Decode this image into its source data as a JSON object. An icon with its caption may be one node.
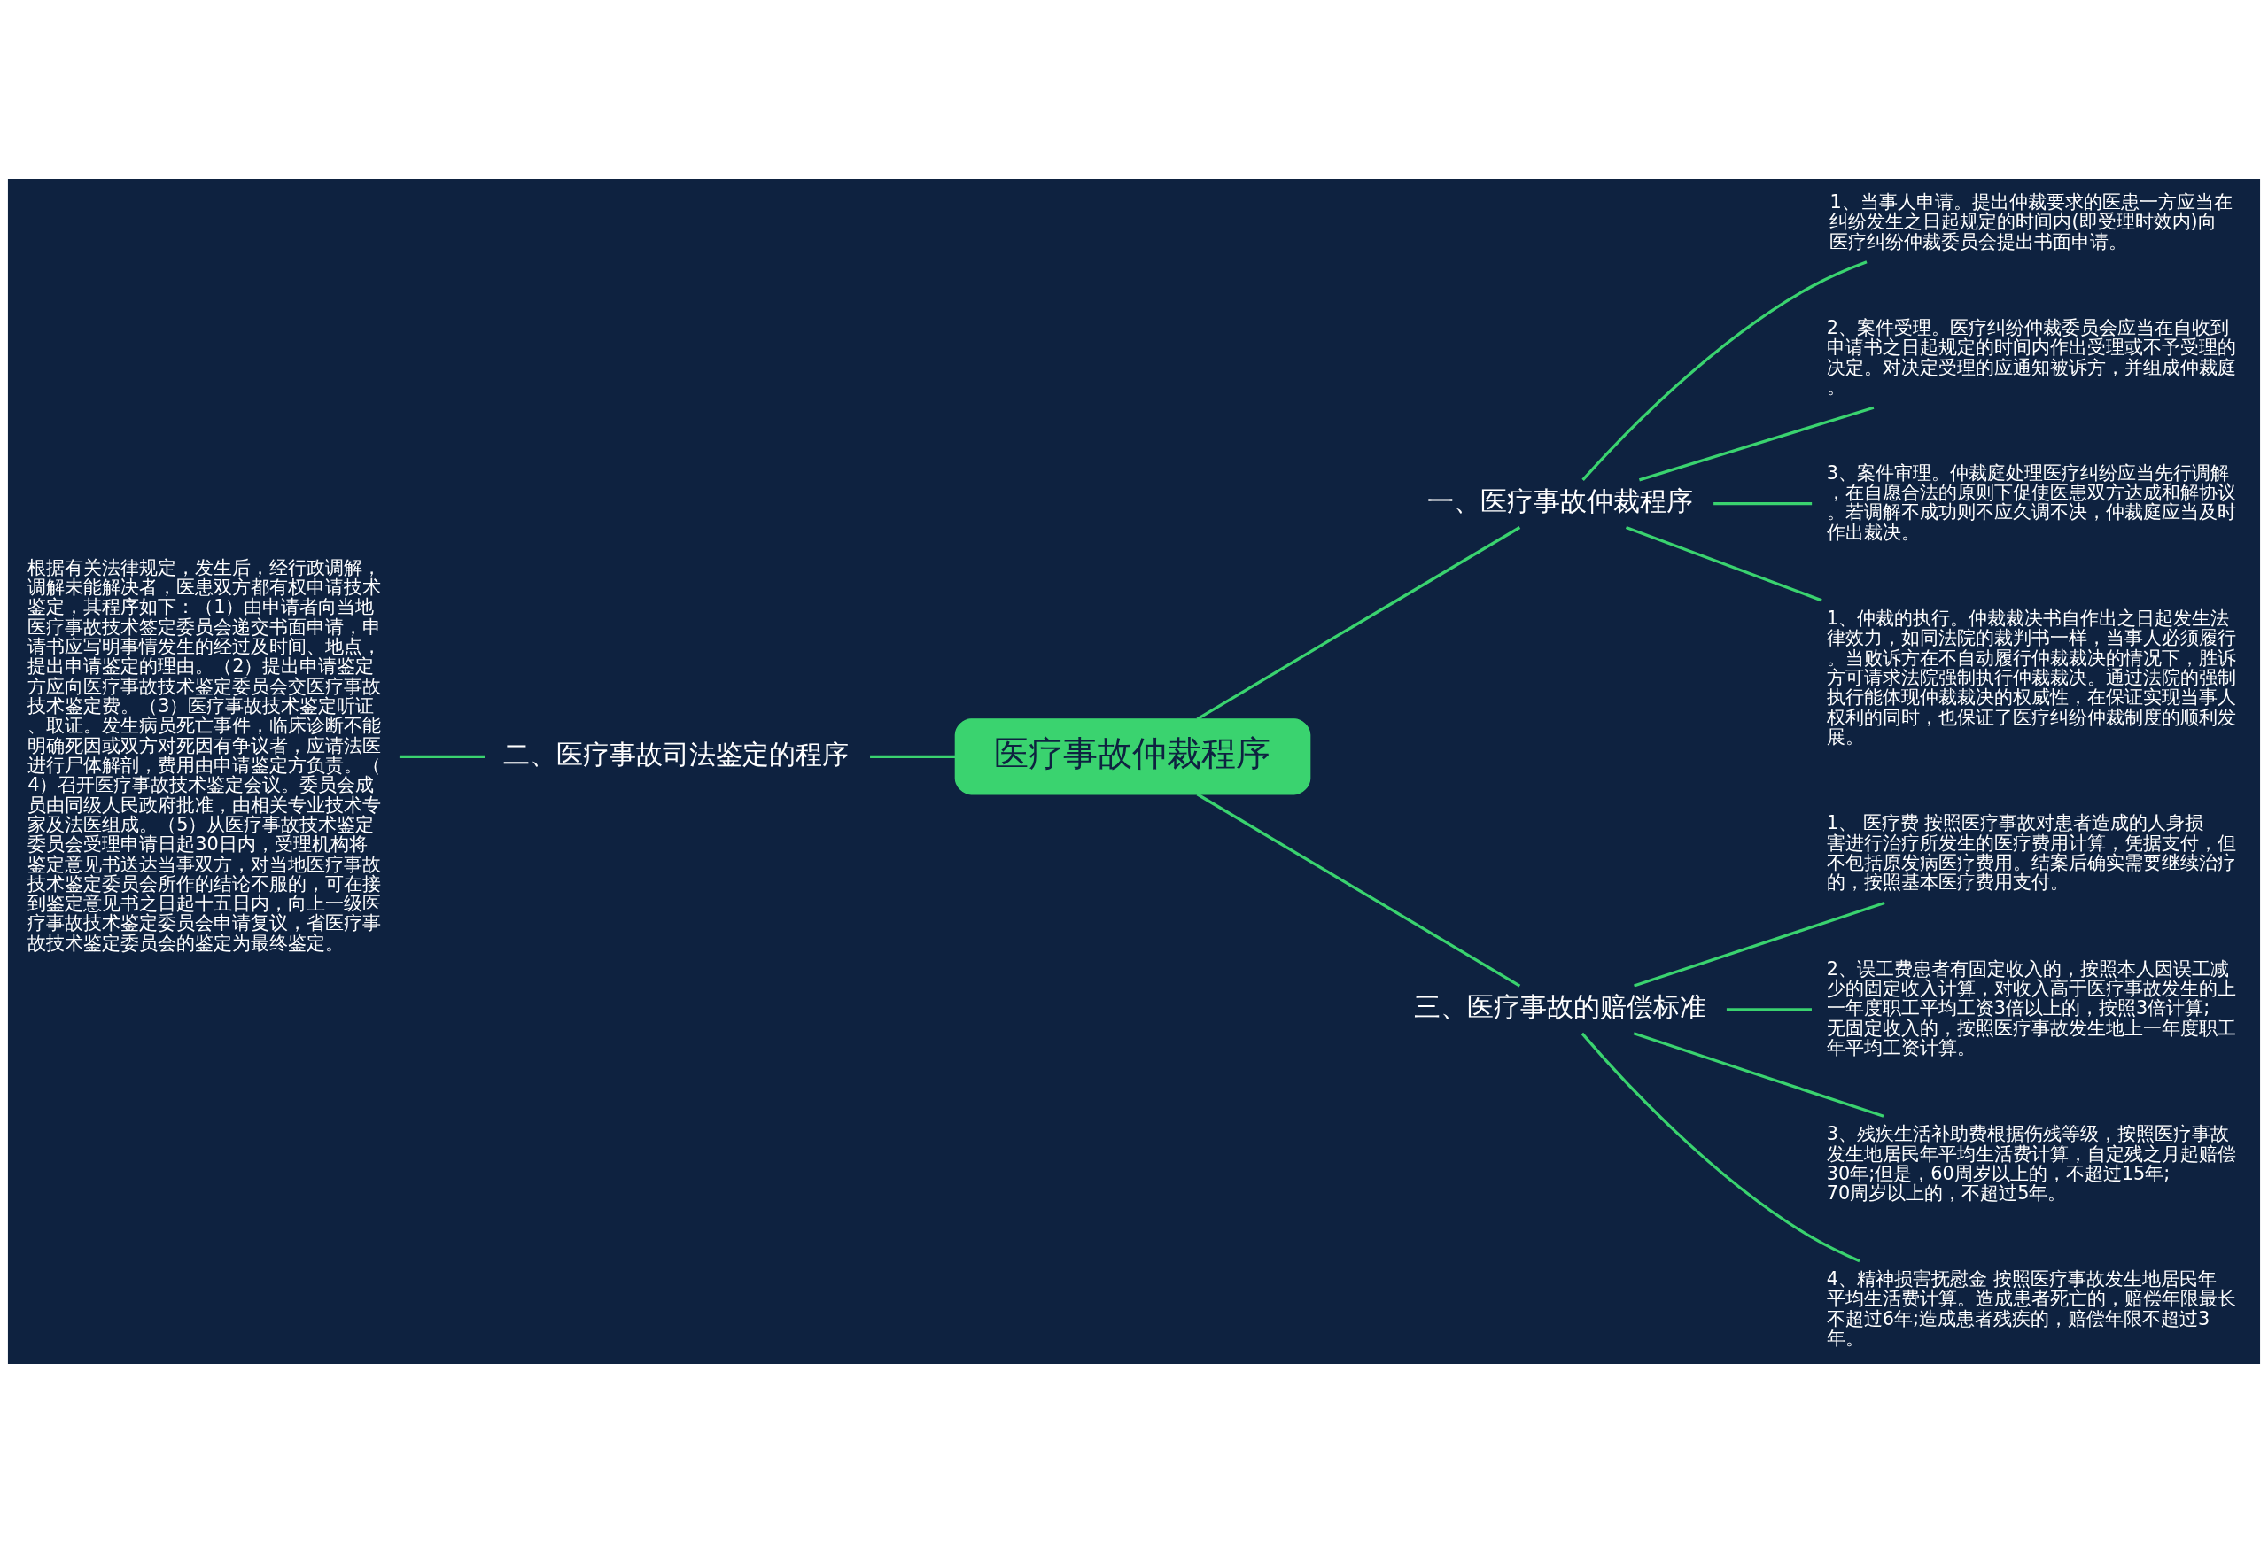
{
  "diagram": {
    "nodes": [
      {
        "text": [
          "医疗事故仲裁程序"
        ]
      },
      {
        "text": [
          "一、医疗事故仲裁程序"
        ]
      },
      {
        "text": [
          "1、当事人申请。提出仲裁要求的医患一方应当在纠纷发生之日起规定的时间内(即受理时效内)向医疗纠纷仲裁委员会提出书面申请。"
        ]
      },
      {
        "text": [
          "2、案件受理。医疗纠纷仲裁委员会应当在自收到申请书之日起规定的时间内作出受理或不予受理的决定。对决定受理的应通知被诉方，并组成仲裁庭。"
        ]
      },
      {
        "text": [
          "3、案件审理。仲裁庭处理医疗纠纷应当先行调解，在自愿合法的原则下促使医患双方达成和解协议。若调解不成功则不应久调不决，仲裁庭应当及时作出裁决。"
        ]
      },
      {
        "text": [
          "1、仲裁的执行。仲裁裁决书自作出之日起发生法律效力，如同法院的裁判书一样，当事人必须履行。当败诉方在不自动履行仲裁裁决的情况下，胜诉方可请求法院强制执行仲裁裁决。通过法院的强制执行能体现仲裁裁决的权威性，在保证实现当事人权利的同时，也保证了医疗纠纷仲裁制度的顺利发展。"
        ]
      },
      {
        "text": [
          "二、医疗事故司法鉴定的程序"
        ]
      },
      {
        "text": [
          "根据有关法律规定，发生后，经行政调解，调解未能解决者，医患双方都有权申请技术鉴定，其程序如下：（1）由申请者向当地医疗事故技术签定委员会递交书面申请，申请书应写明事情发生的经过及时间、地点，提出申请鉴定的理由。（2）提出申请鉴定方应向医疗事故技术鉴定委员会交医疗事故技术鉴定费。（3）医疗事故技术鉴定听证、取证。发生病员死亡事件，临床诊断不能明确死因或双方对死因有争议者，应请法医进行尸体解剖，费用由申请鉴定方负责。（4）召开医疗事故技术鉴定会议。委员会成员由同级人民政府批准，由相关专业技术专家及法医组成。（5）从医疗事故技术鉴定委员会受理申请日起30日内，受理机构将鉴定意见书送达当事双方，对当地医疗事故技术鉴定委员会所作的结论不服的，可在接到鉴定意见书之日起十五日内，向上一级医疗事故技术鉴定委员会申请复议，省医疗事故技术鉴定委员会的鉴定为最终鉴定。"
        ]
      },
      {
        "text": [
          "三、医疗事故的赔偿标准"
        ]
      },
      {
        "text": [
          "1、 医疗费 按照医疗事故对患者造成的人身损害进行治疗所发生的医疗费用计算，凭据支付，但不包括原发病医疗费用。结案后确实需要继续治疗的，按照基本医疗费用支付。"
        ]
      },
      {
        "text": [
          "2、误工费患者有固定收入的，按照本人因误工减少的固定收入计算，对收入高于医疗事故发生的上一年度职工平均工资3倍以上的，按照3倍计算;无固定收入的，按照医疗事故发生地上一年度职工年平均工资计算。"
        ]
      },
      {
        "text": [
          "3、残疾生活补助费根据伤残等级，按照医疗事故发生地居民年平均生活费计算，自定残之月起赔偿30年;但是，60周岁以上的，不超过15年;70周岁以上的，不超过5年。"
        ]
      },
      {
        "text": [
          "4、精神损害抚慰金 按照医疗事故发生地居民年平均生活费计算。造成患者死亡的，赔偿年限最长不超过6年;造成患者残疾的，赔偿年限不超过3年。"
        ]
      }
    ],
    "edges": [
      {
        "from": 0,
        "to": 1,
        "arrow": "none"
      },
      {
        "from": 1,
        "to": 2,
        "arrow": "none"
      },
      {
        "from": 1,
        "to": 3,
        "arrow": "none"
      },
      {
        "from": 1,
        "to": 4,
        "arrow": "none"
      },
      {
        "from": 1,
        "to": 5,
        "arrow": "none"
      },
      {
        "from": 0,
        "to": 6,
        "arrow": "none"
      },
      {
        "from": 6,
        "to": 7,
        "arrow": "none"
      },
      {
        "from": 0,
        "to": 8,
        "arrow": "none"
      },
      {
        "from": 8,
        "to": 9,
        "arrow": "none"
      },
      {
        "from": 8,
        "to": 10,
        "arrow": "none"
      },
      {
        "from": 8,
        "to": 11,
        "arrow": "none"
      },
      {
        "from": 8,
        "to": 12,
        "arrow": "none"
      }
    ]
  }
}
